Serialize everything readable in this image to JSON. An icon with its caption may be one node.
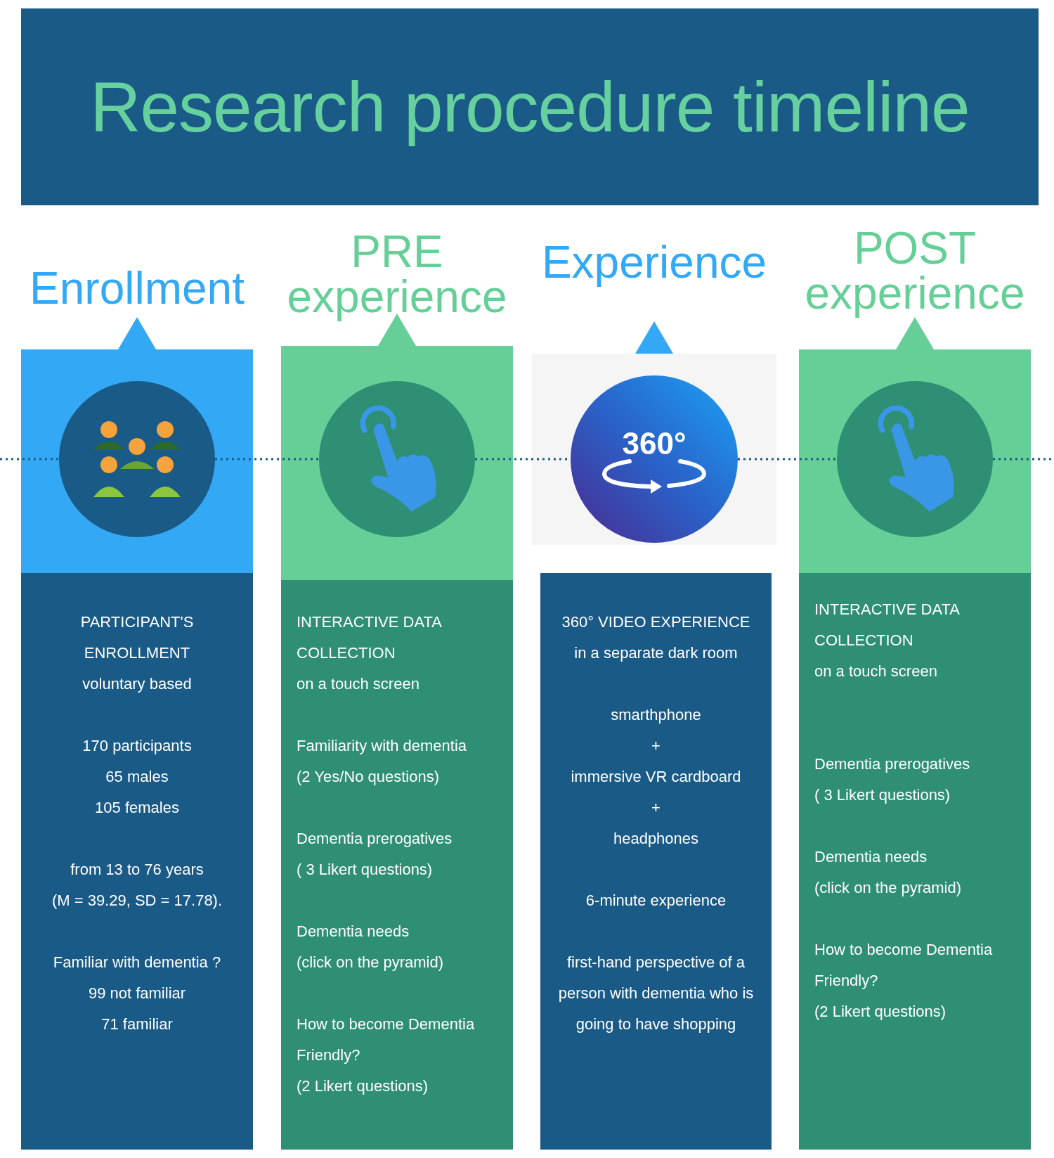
{
  "diagram": {
    "title": "Research procedure timeline",
    "nodes": [
      {
        "text": [
          "Enrollment"
        ]
      },
      {
        "text": [],
        "shape": "circle",
        "in": 0
      },
      {
        "text": [
          "PARTICIPANT'S ENROLLMENT",
          "voluntary based",
          "170 participants",
          "65 males",
          "105 females",
          "from 13 to 76 years",
          "(M = 39.29, SD = 17.78).",
          "Familiar with dementia ?",
          "99 not familiar",
          "71 familiar"
        ]
      },
      {
        "text": [
          "PRE experience"
        ]
      },
      {
        "text": [],
        "shape": "circle",
        "in": 3
      },
      {
        "text": [
          "INTERACTIVE DATA COLLECTION",
          "on a touch screen",
          "Familiarity with dementia",
          "(2 Yes/No questions)",
          "Dementia prerogatives",
          "( 3  Likert questions)",
          "Dementia needs",
          "(click on the pyramid)",
          "How to become Dementia Friendly?",
          "(2 Likert questions)"
        ]
      },
      {
        "text": [
          "Experience"
        ]
      },
      {
        "text": [
          "360°"
        ],
        "in": 6
      },
      {
        "text": [
          "360° VIDEO EXPERIENCE",
          "in a separate dark room",
          "smarthphone",
          "+",
          "immersive VR cardboard",
          "+",
          "headphones",
          "6-minute experience",
          "first-hand perspective of a person with dementia who is going to have shopping"
        ]
      },
      {
        "text": [
          "POST experience"
        ]
      },
      {
        "text": [],
        "shape": "circle",
        "in": 9
      },
      {
        "text": [
          "INTERACTIVE DATA COLLECTION",
          "on a touch screen",
          "Dementia prerogatives",
          "( 3  Likert questions)",
          "Dementia needs",
          "(click on the pyramid)",
          "How to become Dementia Friendly?",
          "(2 Likert questions)"
        ]
      }
    ],
    "edges": [
      {
        "from": null,
        "to": 1,
        "arrow": "none",
        "style": "dashed"
      },
      {
        "from": 1,
        "to": 4,
        "arrow": "none",
        "style": "dashed"
      },
      {
        "from": 4,
        "to": 7,
        "arrow": "none",
        "style": "dashed"
      },
      {
        "from": 7,
        "to": 10,
        "arrow": "none",
        "style": "dashed"
      },
      {
        "from": 10,
        "to": null,
        "arrow": "none",
        "style": "dashed"
      }
    ]
  }
}
